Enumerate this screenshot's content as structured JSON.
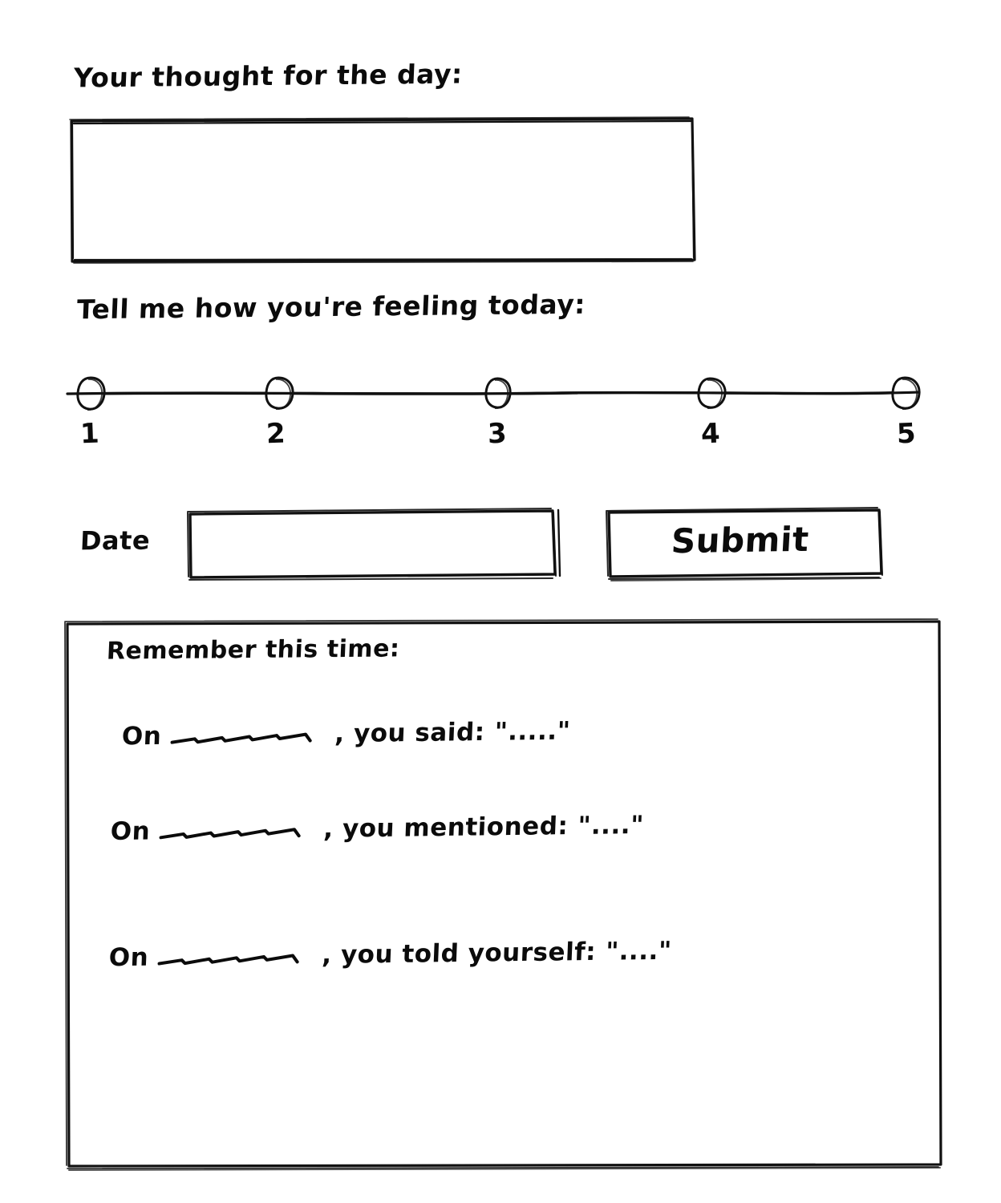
{
  "page": {
    "background_color": "#ffffff",
    "ink_color": "#0b0b0b",
    "style": "hand-drawn wireframe sketch"
  },
  "thought_section": {
    "title": "Your thought for the day:",
    "textarea": {
      "value": "",
      "placeholder": ""
    }
  },
  "feeling_section": {
    "title": "Tell me how you're feeling today:",
    "scale": {
      "min": 1,
      "max": 5,
      "selected": null,
      "options": [
        "1",
        "2",
        "3",
        "4",
        "5"
      ]
    }
  },
  "form_row": {
    "date_label": "Date",
    "date_input": {
      "value": "",
      "placeholder": ""
    },
    "submit_label": "Submit"
  },
  "memory_panel": {
    "heading": "Remember this time:",
    "entries": [
      {
        "prefix": "On",
        "blank": "______",
        "suffix": ", you said:",
        "quote": "\".....\""
      },
      {
        "prefix": "On",
        "blank": "______",
        "suffix": ", you mentioned:",
        "quote": "\"....\""
      },
      {
        "prefix": "On",
        "blank": "______",
        "suffix": ", you told yourself:",
        "quote": "\"....\""
      }
    ]
  }
}
